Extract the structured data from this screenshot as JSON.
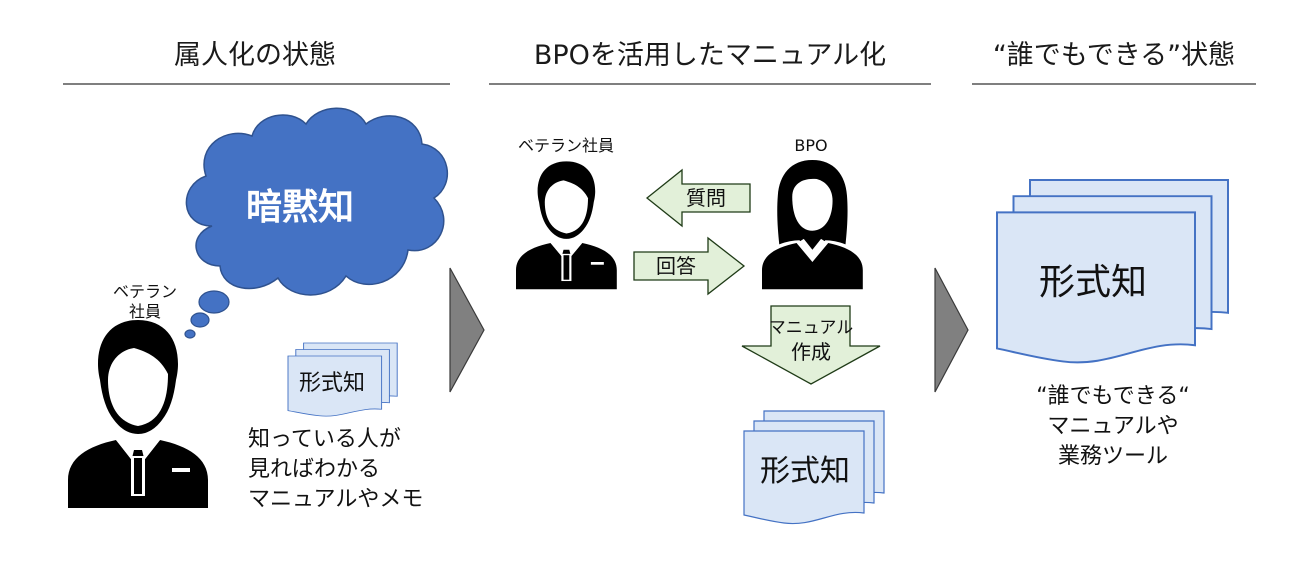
{
  "sections": {
    "left_title": "属人化の状態",
    "middle_title": "BPOを活用したマニュアル化",
    "right_title": "“誰でもできる”状態"
  },
  "left": {
    "cloud_label": "暗黙知",
    "person_label_line1": "ベテラン",
    "person_label_line2": "社員",
    "doc_label": "形式知",
    "caption_line1": "知っている人が",
    "caption_line2": "見ればわかる",
    "caption_line3": "マニュアルやメモ"
  },
  "middle": {
    "veteran_label": "ベテラン社員",
    "bpo_label": "BPO",
    "question_label": "質問",
    "answer_label": "回答",
    "manual_line1": "マニュアル",
    "manual_line2": "作成",
    "doc_label": "形式知"
  },
  "right": {
    "doc_label": "形式知",
    "caption_line1": "“誰でもできる“",
    "caption_line2": "マニュアルや",
    "caption_line3": "業務ツール"
  },
  "colors": {
    "cloud_fill": "#4472c4",
    "cloud_stroke": "#2f528f",
    "document_fill": "#dae6f6",
    "document_stroke": "#4472c4",
    "arrow_fill": "#e2f0d9",
    "arrow_stroke": "#1f3b17",
    "chevron_fill": "#808080",
    "person_fill": "#000000"
  }
}
